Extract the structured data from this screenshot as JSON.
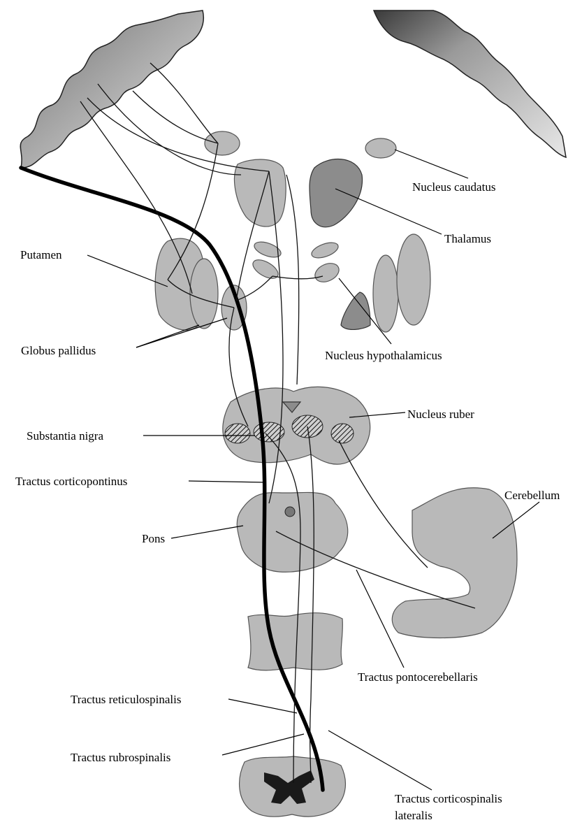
{
  "labels": {
    "nucleus_caudatus": "Nucleus caudatus",
    "thalamus": "Thalamus",
    "putamen": "Putamen",
    "globus_pallidus": "Globus pallidus",
    "nucleus_hypothalamicus": "Nucleus hypothalamicus",
    "nucleus_ruber": "Nucleus ruber",
    "substantia_nigra": "Substantia nigra",
    "tractus_corticopontinus": "Tractus corticopontinus",
    "cerebellum": "Cerebellum",
    "pons": "Pons",
    "tractus_pontocerebellaris": "Tractus pontocerebellaris",
    "tractus_reticulospinalis": "Tractus reticulospinalis",
    "tractus_rubrospinalis": "Tractus rubrospinalis",
    "tractus_corticospinalis_line1": "Tractus corticospinalis",
    "tractus_corticospinalis_line2": "lateralis"
  },
  "colors": {
    "background": "#ffffff",
    "ink": "#000000",
    "tissue": "#b9b9b9"
  }
}
